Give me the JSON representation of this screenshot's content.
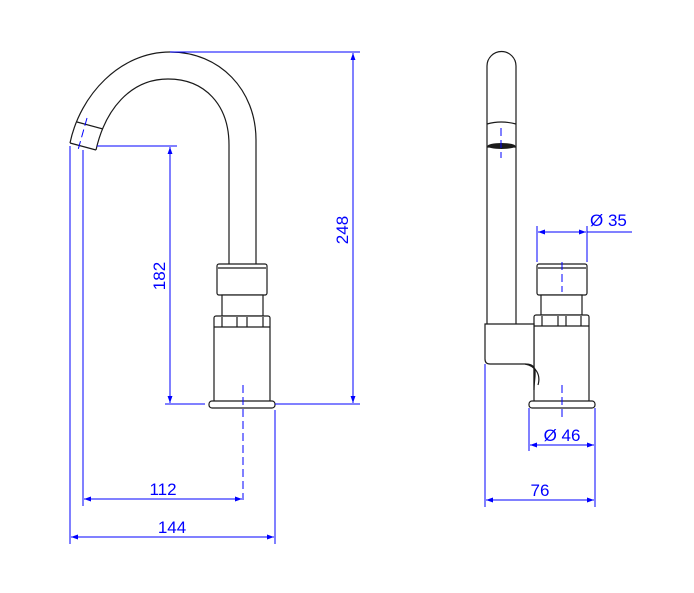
{
  "drawing": {
    "colors": {
      "outline": "#1a1a1a",
      "dimension": "#0000ff"
    },
    "side_view": {
      "dimensions": {
        "total_height": "248",
        "spout_height": "182",
        "spout_reach_center": "112",
        "spout_reach_total": "144"
      }
    },
    "front_view": {
      "dimensions": {
        "handle_diameter": "Ø 35",
        "base_diameter": "Ø 46",
        "depth": "76"
      }
    }
  }
}
